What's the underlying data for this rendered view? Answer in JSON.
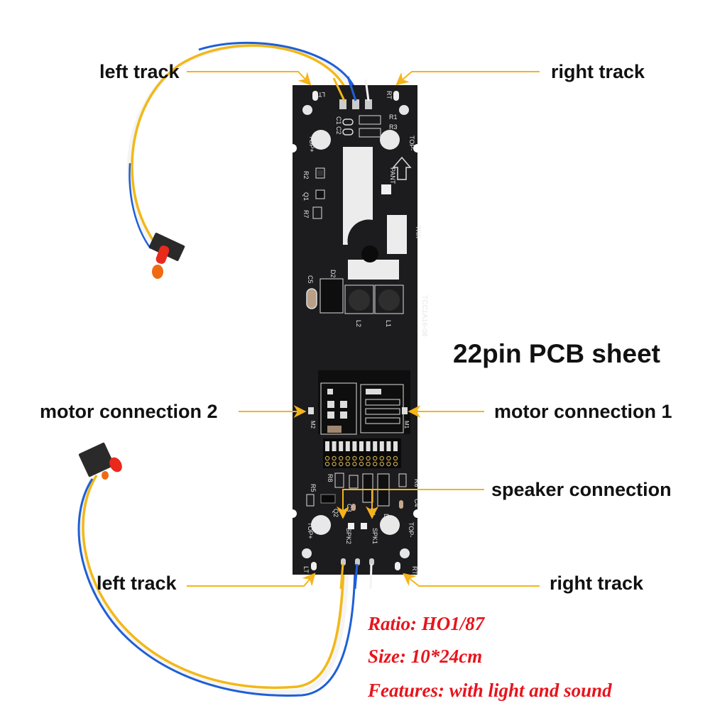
{
  "title": "22pin PCB sheet",
  "colors": {
    "callout_line": "#f5b41a",
    "spec_text": "#e8141c",
    "board": "#1c1c1e",
    "silkscreen": "#e8e8e8",
    "wire_yellow": "#f2b818",
    "wire_blue": "#1f5fd6",
    "wire_white": "#f4f4f4",
    "led_red": "#e8291c",
    "led_orange": "#f06a12"
  },
  "callouts": {
    "left_track_top": "left track",
    "right_track_top": "right track",
    "motor_connection_2": "motor connection 2",
    "motor_connection_1": "motor connection 1",
    "speaker_connection": "speaker connection",
    "left_track_bottom": "left track",
    "right_track_bottom": "right track"
  },
  "specs": {
    "ratio": "Ratio: HO1/87",
    "size": "Size: 10*24cm",
    "features": "Features: with light and sound"
  },
  "silkscreen": {
    "lt_top": "LT",
    "rt_top": "RT",
    "c1": "C1",
    "c2": "C2",
    "r1": "R1",
    "r3": "R3",
    "top_plus_top": "TOP+",
    "top_minus_top": "TOP-",
    "pant": "PANT",
    "r2": "R2",
    "q1": "Q1",
    "r7": "R7",
    "trk": "TRK",
    "c5": "C5",
    "d2_top": "D2",
    "board_id": "TCC1A16-08",
    "l2": "L2",
    "l1": "L1",
    "m2": "M2",
    "m1": "M1",
    "r8": "R8",
    "r5": "R5",
    "r6": "R6",
    "c3": "C3",
    "c4": "C4",
    "q2": "Q2",
    "d1": "D1",
    "d2_bottom": "D2",
    "spk2": "SPK2",
    "spk1": "SPK1",
    "top_plus_bottom": "TOP+",
    "top_minus_bottom": "TOP-",
    "lt_bottom": "LT",
    "rt_bottom": "RT"
  }
}
